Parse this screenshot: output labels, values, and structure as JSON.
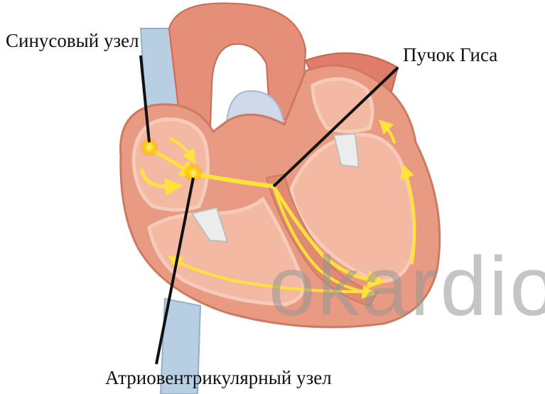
{
  "labels": {
    "sinoatrial_node": "Синусовый узел",
    "bundle_of_his": "Пучок Гиса",
    "av_node": "Атриовентрикулярный узел"
  },
  "watermark": "okardio",
  "colors": {
    "myocardium": "#e99a82",
    "myocardium_dark": "#d47a64",
    "endocardium": "#f6cbb9",
    "chamber": "#f3b9a3",
    "vessel_blue": "#b8cfe3",
    "vessel_blue_dark": "#8fb0cf",
    "aorta_inner": "#cfd9ea",
    "conduction": "#ffe33a",
    "node_glow": "#ffb000",
    "valve": "#ececec",
    "pointer_line": "#111111"
  }
}
